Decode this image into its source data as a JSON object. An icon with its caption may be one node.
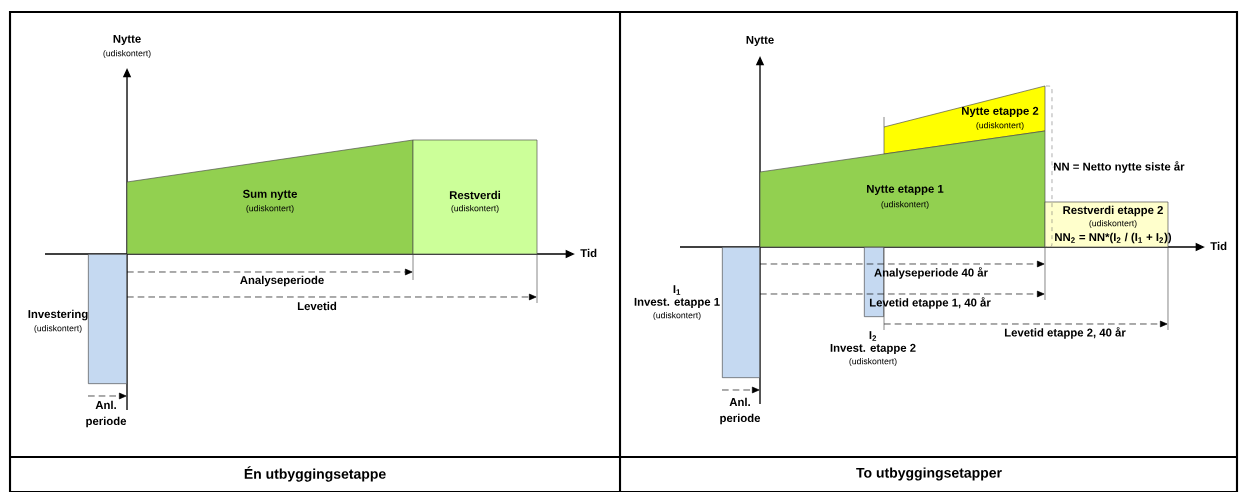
{
  "diagram": {
    "nodes": [
      {
        "text": [
          "Sum nytte",
          "(udiskontert)"
        ]
      },
      {
        "text": [
          "Restverdi",
          "(udiskontert)"
        ]
      },
      {
        "text": [],
        "shape": "bar",
        "beside": [
          "Investering",
          "(udiskontert)"
        ]
      },
      {
        "text": [
          "Nytte etappe 2",
          "(udiskontert)"
        ]
      },
      {
        "text": [
          "Nytte etappe 1",
          "(udiskontert)"
        ]
      },
      {
        "text": [
          "Restverdi etappe 2",
          "(udiskontert)",
          "NN$_{2}$ = NN*(I$_{2}$ / (I$_{1}$ + I$_{2}$))"
        ]
      },
      {
        "text": [],
        "shape": "bar",
        "beside": [
          "I$_{1}$",
          "Invest. etappe 1",
          "(udiskontert)"
        ]
      },
      {
        "text": [],
        "shape": "bar",
        "beside": [
          "I$_{2}$",
          "Invest. etappe 2",
          "(udiskontert)"
        ]
      }
    ],
    "edges": [],
    "labels": [
      "Nytte",
      "(udiskontert)",
      "Tid",
      "Analyseperiode",
      "Levetid",
      "Anl. periode",
      "Nytte",
      "NN = Netto nytte siste år",
      "Tid",
      "Analyseperiode 40 år",
      "Levetid etappe 1, 40 år",
      "Levetid etappe 2, 40 år",
      "Anl. periode",
      "Én utbyggingsetappe",
      "To utbyggingsetapper"
    ]
  }
}
